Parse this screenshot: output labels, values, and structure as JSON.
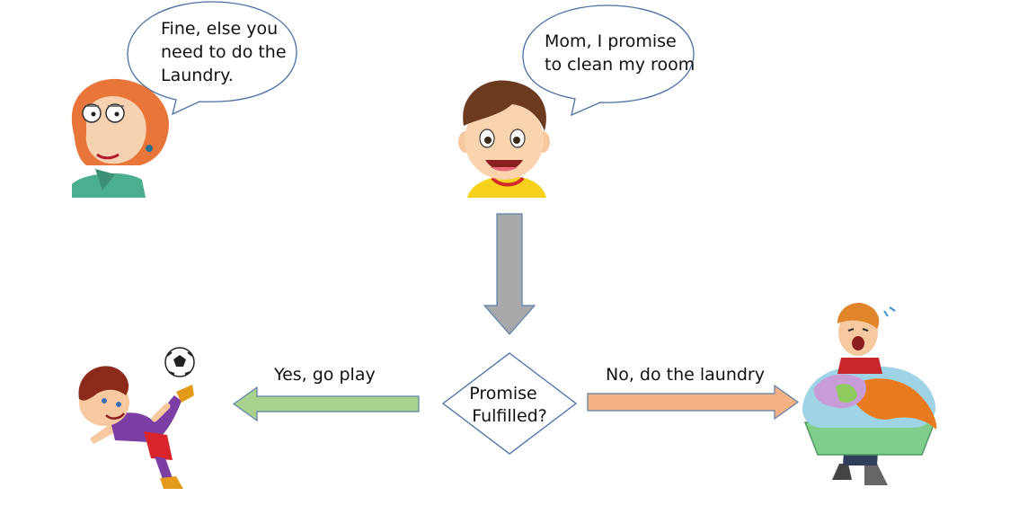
{
  "speech": {
    "mom": [
      "Fine, else you",
      "need to do the",
      "Laundry."
    ],
    "kid": [
      "Mom, I promise",
      "to clean my room"
    ]
  },
  "decision": {
    "line1": "Promise",
    "line2": "Fulfilled?"
  },
  "branches": {
    "yes_label": "Yes, go play",
    "no_label": "No, do the laundry"
  },
  "colors": {
    "down_arrow": "#a9a8ab",
    "down_arrow_stroke": "#5b7fa8",
    "yes_arrow": "#a9d18e",
    "yes_arrow_stroke": "#5b7fa8",
    "no_arrow": "#f4b183",
    "no_arrow_stroke": "#5b7fa8",
    "bubble_stroke": "#4a6fa5",
    "diamond_stroke": "#4a6fa5"
  },
  "illustrations": {
    "mom": "cartoon-mom",
    "kid": "cartoon-boy",
    "play": "boy-kicking-soccer-ball",
    "laundry": "boy-carrying-laundry-basket"
  }
}
